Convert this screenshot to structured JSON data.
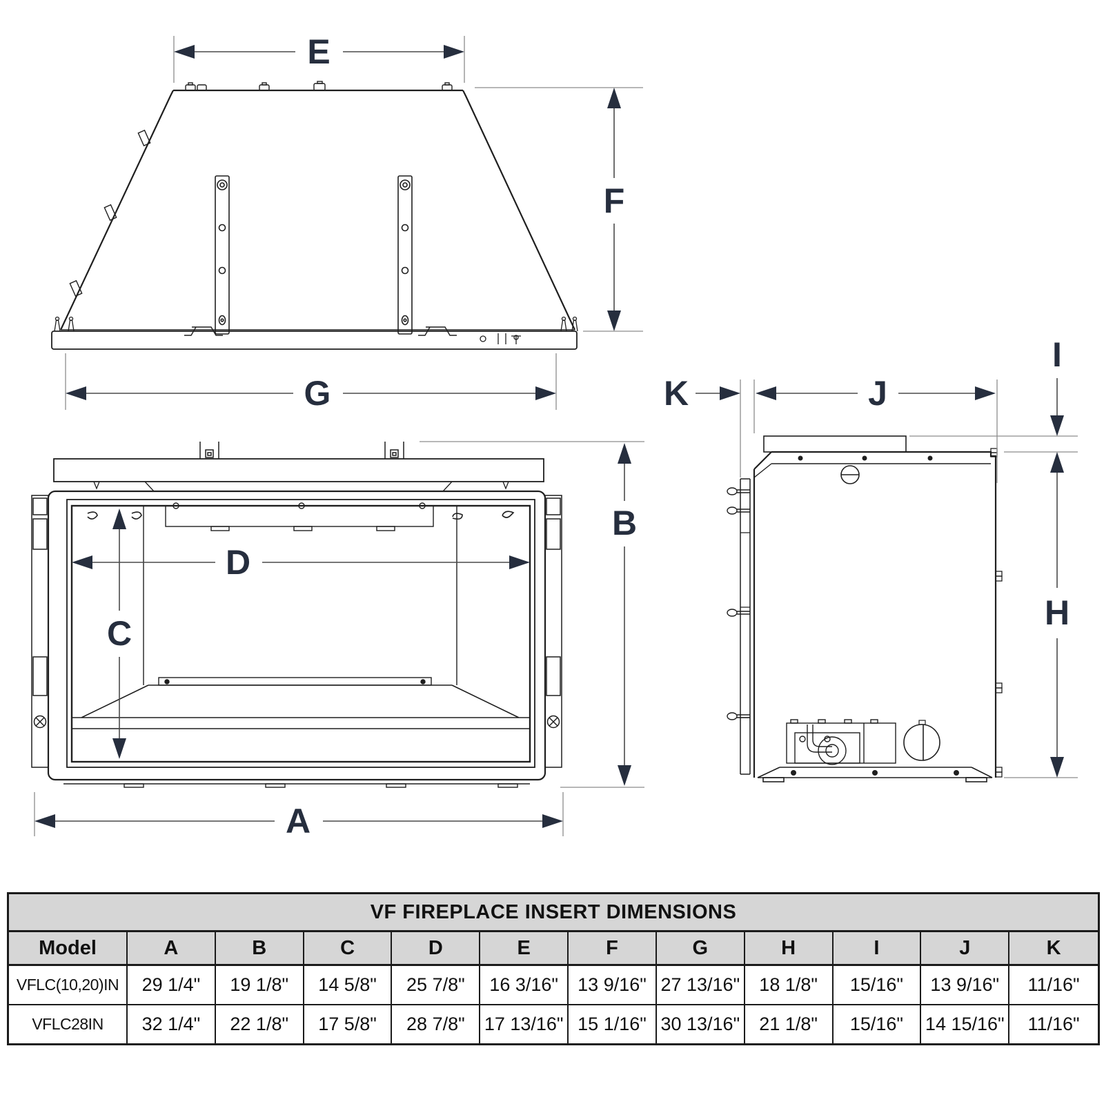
{
  "diagram": {
    "dims": {
      "A": "A",
      "B": "B",
      "C": "C",
      "D": "D",
      "E": "E",
      "F": "F",
      "G": "G",
      "H": "H",
      "I": "I",
      "J": "J",
      "K": "K"
    }
  },
  "table": {
    "title": "VF FIREPLACE INSERT DIMENSIONS",
    "columns": [
      "Model",
      "A",
      "B",
      "C",
      "D",
      "E",
      "F",
      "G",
      "H",
      "I",
      "J",
      "K"
    ],
    "rows": [
      [
        "VFLC(10,20)IN",
        "29 1/4\"",
        "19 1/8\"",
        "14 5/8\"",
        "25 7/8\"",
        "16 3/16\"",
        "13 9/16\"",
        "27 13/16\"",
        "18 1/8\"",
        "15/16\"",
        "13 9/16\"",
        "11/16\""
      ],
      [
        "VFLC28IN",
        "32 1/4\"",
        "22 1/8\"",
        "17 5/8\"",
        "28 7/8\"",
        "17 13/16\"",
        "15 1/16\"",
        "30 13/16\"",
        "21 1/8\"",
        "15/16\"",
        "14 15/16\"",
        "11/16\""
      ]
    ]
  },
  "colors": {
    "letter_accent": "#262e3e",
    "drawing_line": "#1f1f1f",
    "dimension_line": "#4a4a4a",
    "table_header_bg": "#d6d6d6",
    "table_border": "#1b1b1b"
  }
}
